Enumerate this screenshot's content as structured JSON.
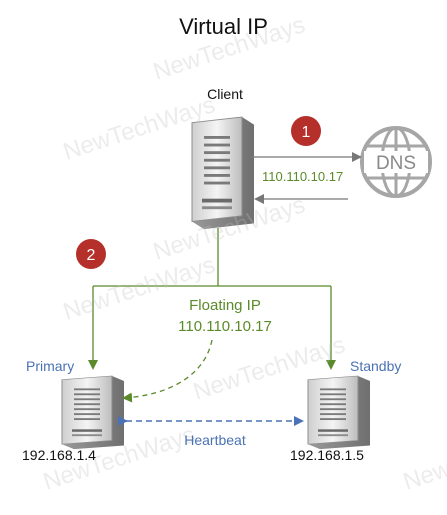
{
  "title": "Virtual IP",
  "watermark": "NewTechWays",
  "client": {
    "label": "Client"
  },
  "dns": {
    "label": "DNS"
  },
  "steps": [
    "1",
    "2"
  ],
  "dns_response_ip": "110.110.10.17",
  "floating_ip": {
    "label": "Floating IP",
    "ip": "110.110.10.17"
  },
  "primary": {
    "label": "Primary",
    "ip": "192.168.1.4"
  },
  "standby": {
    "label": "Standby",
    "ip": "192.168.1.5"
  },
  "heartbeat_label": "Heartbeat",
  "colors": {
    "green": "#5a8a2a",
    "blue": "#4a72b4",
    "badge": "#b5302a",
    "server_body": "#dcdcdc",
    "dns_icon": "#a6a6a6"
  }
}
